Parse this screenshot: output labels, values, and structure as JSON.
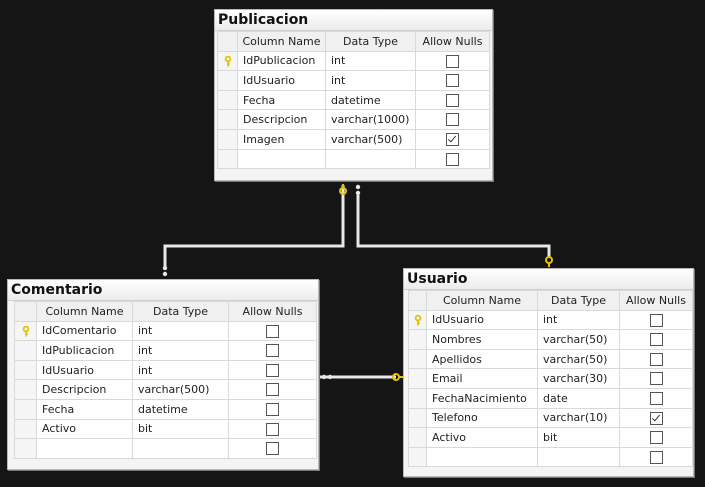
{
  "columns_header": {
    "name": "Column Name",
    "type": "Data Type",
    "nulls": "Allow Nulls"
  },
  "tables": {
    "publicacion": {
      "title": "Publicacion",
      "rows": [
        {
          "name": "IdPublicacion",
          "type": "int",
          "nulls": false,
          "pk": true
        },
        {
          "name": "IdUsuario",
          "type": "int",
          "nulls": false,
          "pk": false
        },
        {
          "name": "Fecha",
          "type": "datetime",
          "nulls": false,
          "pk": false
        },
        {
          "name": "Descripcion",
          "type": "varchar(1000)",
          "nulls": false,
          "pk": false
        },
        {
          "name": "Imagen",
          "type": "varchar(500)",
          "nulls": true,
          "pk": false
        }
      ]
    },
    "comentario": {
      "title": "Comentario",
      "rows": [
        {
          "name": "IdComentario",
          "type": "int",
          "nulls": false,
          "pk": true
        },
        {
          "name": "IdPublicacion",
          "type": "int",
          "nulls": false,
          "pk": false
        },
        {
          "name": "IdUsuario",
          "type": "int",
          "nulls": false,
          "pk": false
        },
        {
          "name": "Descripcion",
          "type": "varchar(500)",
          "nulls": false,
          "pk": false
        },
        {
          "name": "Fecha",
          "type": "datetime",
          "nulls": false,
          "pk": false
        },
        {
          "name": "Activo",
          "type": "bit",
          "nulls": false,
          "pk": false
        }
      ]
    },
    "usuario": {
      "title": "Usuario",
      "rows": [
        {
          "name": "IdUsuario",
          "type": "int",
          "nulls": false,
          "pk": true
        },
        {
          "name": "Nombres",
          "type": "varchar(50)",
          "nulls": false,
          "pk": false
        },
        {
          "name": "Apellidos",
          "type": "varchar(50)",
          "nulls": false,
          "pk": false
        },
        {
          "name": "Email",
          "type": "varchar(30)",
          "nulls": false,
          "pk": false
        },
        {
          "name": "FechaNacimiento",
          "type": "date",
          "nulls": false,
          "pk": false
        },
        {
          "name": "Telefono",
          "type": "varchar(10)",
          "nulls": true,
          "pk": false
        },
        {
          "name": "Activo",
          "type": "bit",
          "nulls": false,
          "pk": false
        }
      ]
    }
  },
  "relationships": [
    {
      "from": "comentario",
      "to": "publicacion"
    },
    {
      "from": "publicacion",
      "to": "usuario"
    },
    {
      "from": "comentario",
      "to": "usuario"
    }
  ],
  "colors": {
    "background": "#151515",
    "connector": "#e8e8e8",
    "key": "#e6c300"
  }
}
